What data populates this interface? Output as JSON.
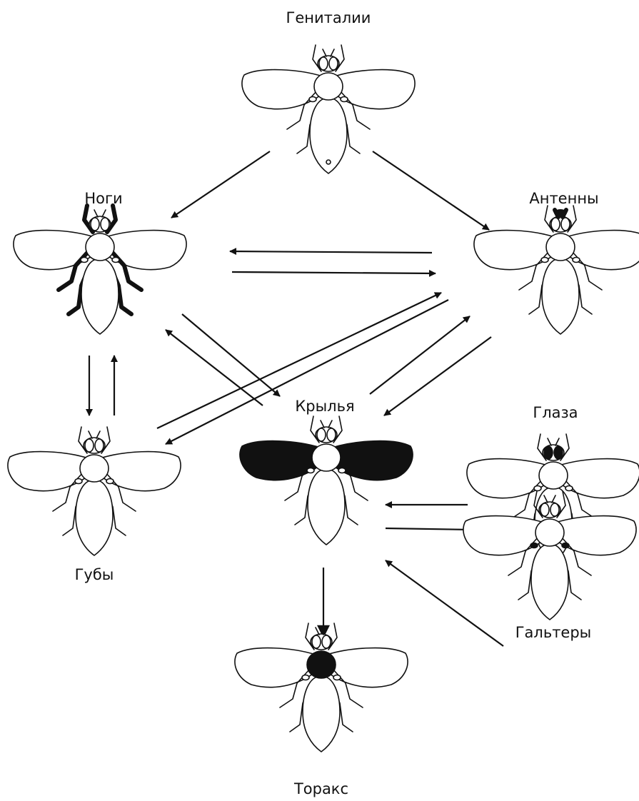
{
  "diagram": {
    "nodes": [
      {
        "id": "genitalia",
        "label": "Гениталии",
        "highlight": "none"
      },
      {
        "id": "legs",
        "label": "Ноги",
        "highlight": "legs"
      },
      {
        "id": "antennae",
        "label": "Антенны",
        "highlight": "antennae"
      },
      {
        "id": "wings",
        "label": "Крылья",
        "highlight": "wings"
      },
      {
        "id": "eyes",
        "label": "Глаза",
        "highlight": "eyes"
      },
      {
        "id": "labium",
        "label": "Губы",
        "highlight": "none"
      },
      {
        "id": "halteres",
        "label": "Гальтеры",
        "highlight": "halteres"
      },
      {
        "id": "thorax",
        "label": "Торакс",
        "highlight": "thorax"
      }
    ],
    "edges": [
      {
        "from": "genitalia",
        "to": "legs"
      },
      {
        "from": "genitalia",
        "to": "antennae"
      },
      {
        "from": "antennae",
        "to": "legs"
      },
      {
        "from": "legs",
        "to": "antennae"
      },
      {
        "from": "legs",
        "to": "labium"
      },
      {
        "from": "labium",
        "to": "legs"
      },
      {
        "from": "legs",
        "to": "wings"
      },
      {
        "from": "wings",
        "to": "legs"
      },
      {
        "from": "labium",
        "to": "antennae"
      },
      {
        "from": "wings",
        "to": "antennae"
      },
      {
        "from": "antennae",
        "to": "wings"
      },
      {
        "from": "antennae",
        "to": "labium"
      },
      {
        "from": "eyes",
        "to": "wings"
      },
      {
        "from": "wings",
        "to": "eyes"
      },
      {
        "from": "wings",
        "to": "thorax"
      },
      {
        "from": "halteres",
        "to": "wings"
      }
    ],
    "colors": {
      "ink": "#111111",
      "paper": "#ffffff"
    }
  }
}
